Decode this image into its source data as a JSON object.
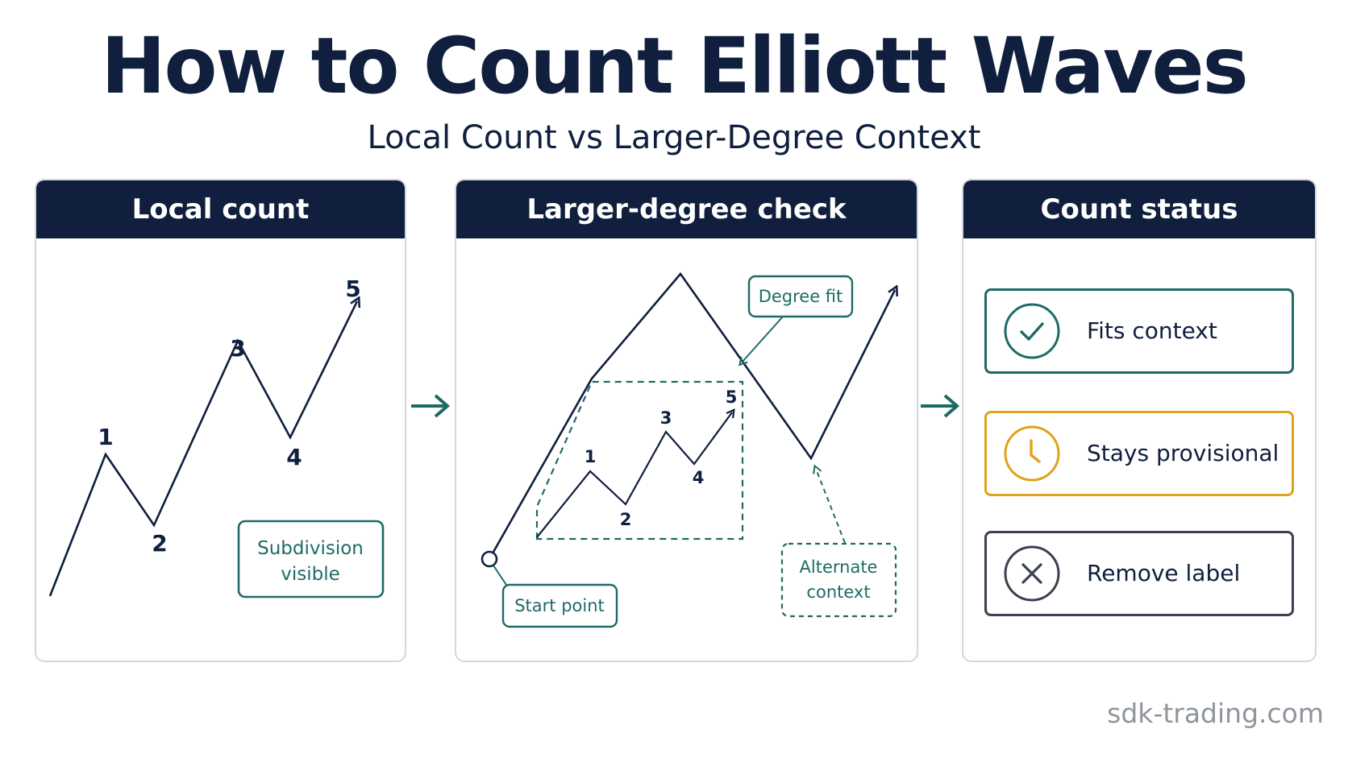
{
  "title": "How to Count Elliott Waves",
  "subtitle": "Local Count vs Larger-Degree Context",
  "colors": {
    "navy": "#0f1f3d",
    "teal": "#1e6b66",
    "amber": "#e0a319",
    "slate": "#3a4150",
    "border": "#d4d8de",
    "watermark": "#8f959c"
  },
  "panels": {
    "local": {
      "header": "Local count",
      "wave_labels": [
        "1",
        "2",
        "3",
        "4",
        "5"
      ],
      "callout_line1": "Subdivision",
      "callout_line2": "visible"
    },
    "larger": {
      "header": "Larger-degree check",
      "wave_labels": [
        "1",
        "2",
        "3",
        "4",
        "5"
      ],
      "degree_fit": "Degree fit",
      "start_point": "Start point",
      "alternate_line1": "Alternate",
      "alternate_line2": "context"
    },
    "status": {
      "header": "Count status",
      "items": [
        {
          "label": "Fits context",
          "icon": "check-icon",
          "color": "#1e6b66"
        },
        {
          "label": "Stays provisional",
          "icon": "clock-icon",
          "color": "#e0a319"
        },
        {
          "label": "Remove label",
          "icon": "x-icon",
          "color": "#3a4150"
        }
      ]
    }
  },
  "watermark": "sdk-trading.com"
}
